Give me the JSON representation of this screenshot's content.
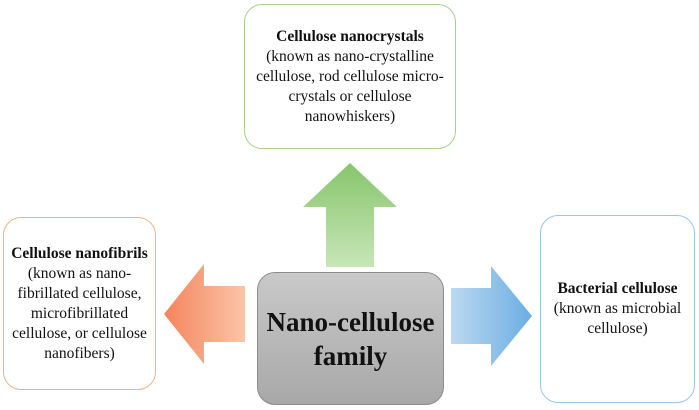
{
  "center": {
    "line1": "Nano-cellulose",
    "line2": "family"
  },
  "nodes": {
    "top": {
      "title": "Cellulose nanocrystals",
      "lines": [
        "(known as nano-crystalline",
        "cellulose, rod cellulose micro-",
        "crystals or cellulose",
        "nanowhiskers)"
      ]
    },
    "left": {
      "title": "Cellulose nanofibrils",
      "lines": [
        "(known as nano-",
        "fibrillated cellulose,",
        "microfibrillated",
        "cellulose, or cellulose",
        "nanofibers)"
      ]
    },
    "right": {
      "title": "Bacterial cellulose",
      "lines": [
        "(known as microbial",
        "cellulose)"
      ]
    }
  },
  "colors": {
    "top": "#a9d18e",
    "left": "#f4b183",
    "right": "#9dc3e6",
    "center": "#b3b3b3"
  }
}
